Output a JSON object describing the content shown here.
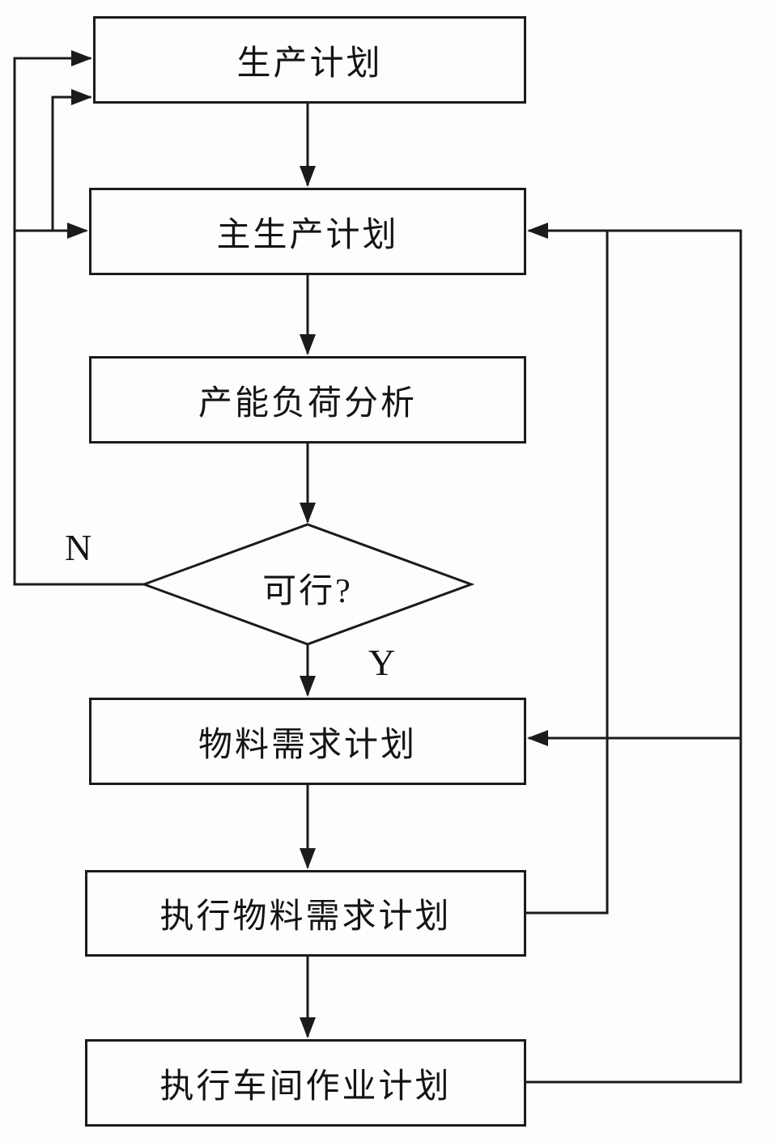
{
  "diagram": {
    "title": "MRP closed-loop production planning flowchart",
    "nodes": {
      "production_plan": {
        "label": "生产计划",
        "shape": "rect"
      },
      "master_production_plan": {
        "label": "主生产计划",
        "shape": "rect"
      },
      "capacity_load_analysis": {
        "label": "产能负荷分析",
        "shape": "rect"
      },
      "feasible_decision": {
        "label": "可行?",
        "shape": "diamond"
      },
      "material_requirements_plan": {
        "label": "物料需求计划",
        "shape": "rect"
      },
      "execute_mrp": {
        "label": "执行物料需求计划",
        "shape": "rect"
      },
      "execute_shop_floor_plan": {
        "label": "执行车间作业计划",
        "shape": "rect"
      }
    },
    "branch_labels": {
      "no": "N",
      "yes": "Y"
    },
    "edges": [
      {
        "from": "production_plan",
        "to": "master_production_plan",
        "label": ""
      },
      {
        "from": "master_production_plan",
        "to": "capacity_load_analysis",
        "label": ""
      },
      {
        "from": "capacity_load_analysis",
        "to": "feasible_decision",
        "label": ""
      },
      {
        "from": "feasible_decision",
        "to": "production_plan",
        "label": "N"
      },
      {
        "from": "feasible_decision",
        "to": "master_production_plan",
        "label": "N"
      },
      {
        "from": "feasible_decision",
        "to": "material_requirements_plan",
        "label": "Y"
      },
      {
        "from": "material_requirements_plan",
        "to": "execute_mrp",
        "label": ""
      },
      {
        "from": "execute_mrp",
        "to": "execute_shop_floor_plan",
        "label": ""
      },
      {
        "from": "execute_mrp",
        "to": "master_production_plan",
        "label": ""
      },
      {
        "from": "execute_shop_floor_plan",
        "to": "material_requirements_plan",
        "label": ""
      },
      {
        "from": "execute_shop_floor_plan",
        "to": "master_production_plan",
        "label": ""
      }
    ],
    "colors": {
      "line": "#1b1b1b",
      "background": "#fdfdfd",
      "box_fill": "#fdfdfd"
    }
  }
}
